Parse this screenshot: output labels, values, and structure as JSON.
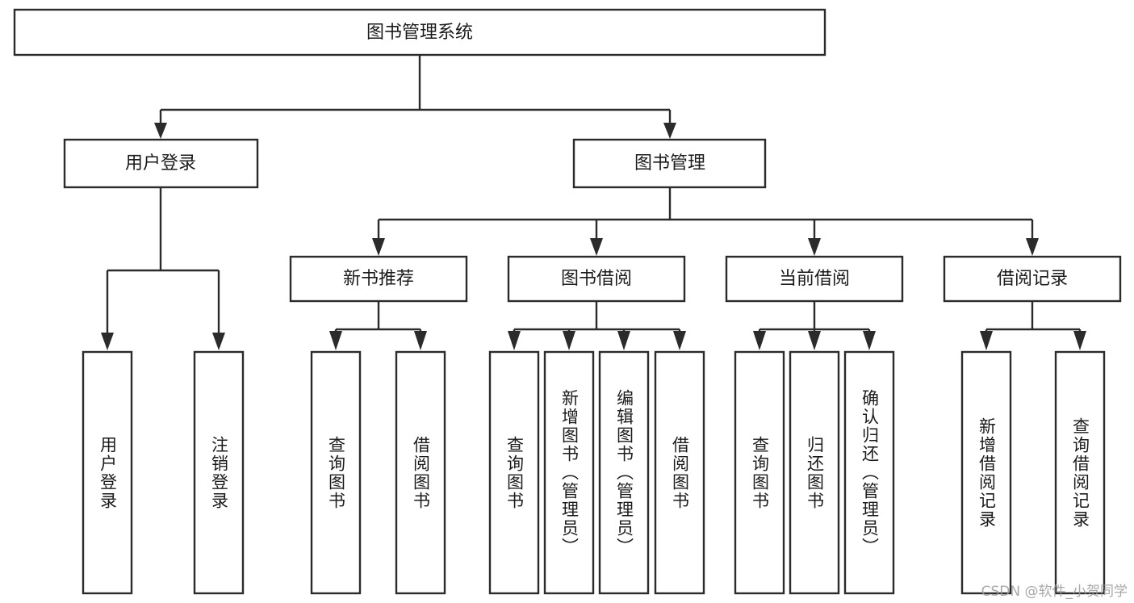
{
  "diagram": {
    "type": "tree-hierarchy",
    "title": "图书管理系统",
    "background_color": "#ffffff",
    "stroke_color": "#2b2b2b",
    "text_color": "#1b1b1b",
    "root": {
      "label": "图书管理系统",
      "orientation": "horizontal"
    },
    "level2": [
      {
        "label": "用户登录",
        "orientation": "horizontal"
      },
      {
        "label": "图书管理",
        "orientation": "horizontal"
      }
    ],
    "level3": [
      {
        "label": "新书推荐",
        "orientation": "horizontal"
      },
      {
        "label": "图书借阅",
        "orientation": "horizontal"
      },
      {
        "label": "当前借阅",
        "orientation": "horizontal"
      },
      {
        "label": "借阅记录",
        "orientation": "horizontal"
      }
    ],
    "leaves": {
      "user_login": [
        {
          "label": "用户登录",
          "orientation": "vertical"
        },
        {
          "label": "注销登录",
          "orientation": "vertical"
        }
      ],
      "new_book_recommend": [
        {
          "label": "查询图书",
          "orientation": "vertical"
        },
        {
          "label": "借阅图书",
          "orientation": "vertical"
        }
      ],
      "book_borrow": [
        {
          "label": "查询图书",
          "orientation": "vertical"
        },
        {
          "label": "新增图书（管理员）",
          "orientation": "vertical"
        },
        {
          "label": "编辑图书（管理员）",
          "orientation": "vertical"
        },
        {
          "label": "借阅图书",
          "orientation": "vertical"
        }
      ],
      "current_borrow": [
        {
          "label": "查询图书",
          "orientation": "vertical"
        },
        {
          "label": "归还图书",
          "orientation": "vertical"
        },
        {
          "label": "确认归还（管理员）",
          "orientation": "vertical"
        }
      ],
      "borrow_record": [
        {
          "label": "新增借阅记录",
          "orientation": "vertical"
        },
        {
          "label": "查询借阅记录",
          "orientation": "vertical"
        }
      ]
    }
  },
  "watermark": {
    "text": "CSDN @软件_小贺同学"
  }
}
